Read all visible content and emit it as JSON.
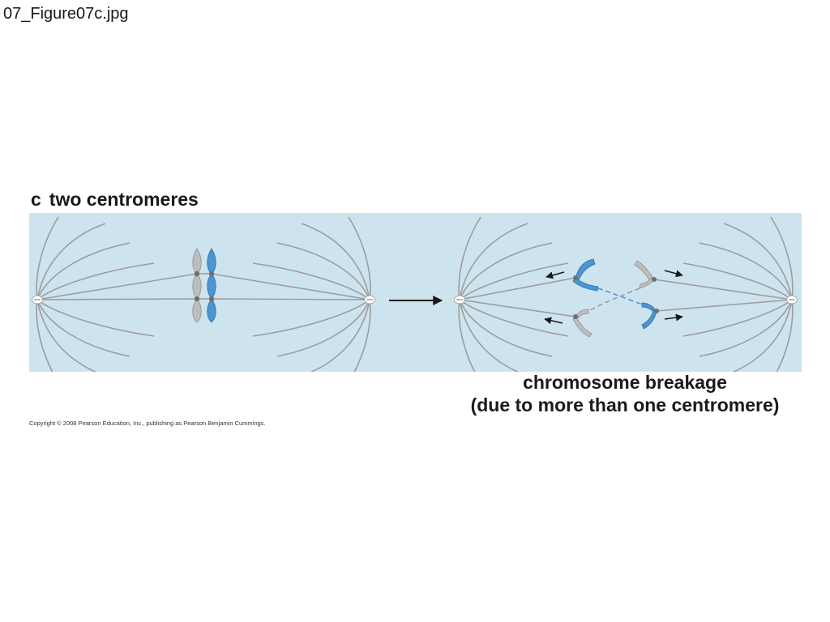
{
  "file_title": "07_Figure07c.jpg",
  "panel": {
    "letter": "c",
    "title": "two centromeres"
  },
  "caption": {
    "line1": "chromosome breakage",
    "line2": "(due to more than one centromere)"
  },
  "copyright": "Copyright © 2008 Pearson Education, Inc., publishing as Pearson Benjamin Cummings.",
  "colors": {
    "background": "#cde4ef",
    "spindle": "#9c9c9c",
    "chromosome_gray": "#bdbdbd",
    "chromosome_blue": "#4b95d2",
    "centromere": "#6f6f6f",
    "arrow": "#1a1a1a"
  }
}
